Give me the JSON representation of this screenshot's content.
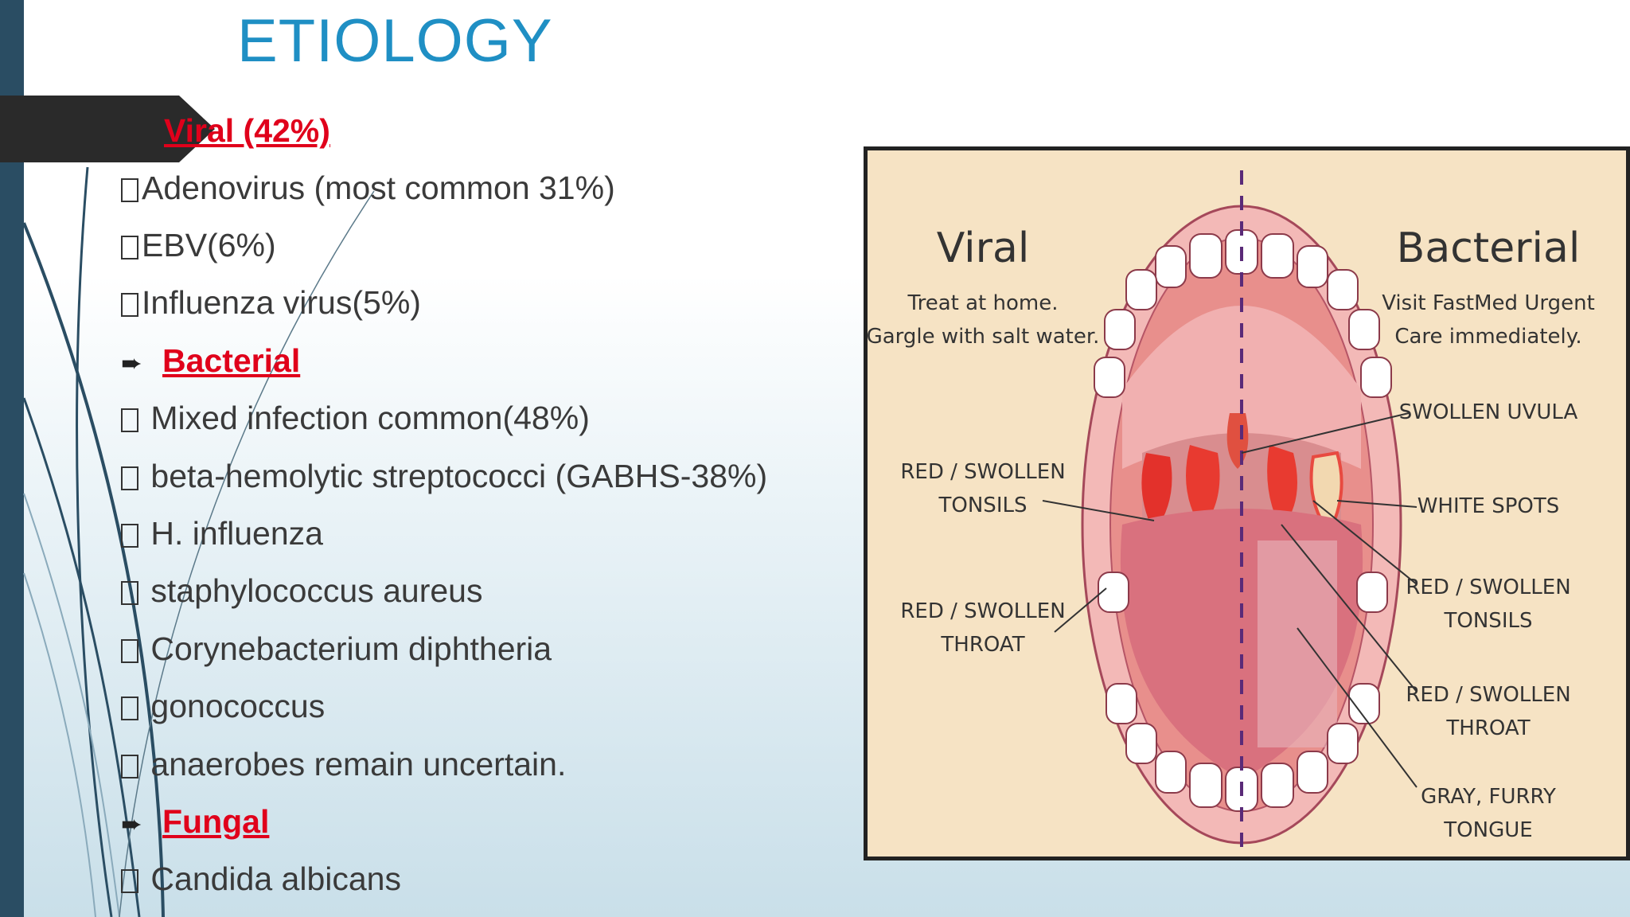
{
  "slide": {
    "title": "ETIOLOGY",
    "sections": [
      {
        "heading": "Viral (42%)"
      },
      {
        "heading": "Bacterial"
      },
      {
        "heading": "Fungal"
      }
    ],
    "items": {
      "viral": [
        "Adenovirus (most common 31%)",
        "EBV(6%)",
        "Influenza virus(5%)"
      ],
      "bacterial": [
        "Mixed infection common(48%)",
        "beta-hemolytic streptococci (GABHS-38%)",
        "H. influenza",
        "staphylococcus aureus",
        "Corynebacterium diphtheria",
        "gonococcus",
        "anaerobes remain uncertain."
      ],
      "fungal": [
        "Candida albicans"
      ]
    }
  },
  "diagram": {
    "viral": {
      "heading": "Viral",
      "line1": "Treat at home.",
      "line2": "Gargle with salt water."
    },
    "bacterial": {
      "heading": "Bacterial",
      "line1": "Visit FastMed Urgent",
      "line2": "Care immediately."
    },
    "left_labels": {
      "tonsils_1": "RED / SWOLLEN",
      "tonsils_2": "TONSILS",
      "throat_1": "RED / SWOLLEN",
      "throat_2": "THROAT"
    },
    "right_labels": {
      "uvula": "SWOLLEN UVULA",
      "spots": "WHITE SPOTS",
      "tonsils_1": "RED / SWOLLEN",
      "tonsils_2": "TONSILS",
      "throat_1": "RED / SWOLLEN",
      "throat_2": "THROAT",
      "tongue_1": "GRAY, FURRY",
      "tongue_2": "TONGUE"
    }
  },
  "colors": {
    "title": "#1f8fc4",
    "heading": "#e0001b",
    "sidebar": "#2a4d63"
  }
}
